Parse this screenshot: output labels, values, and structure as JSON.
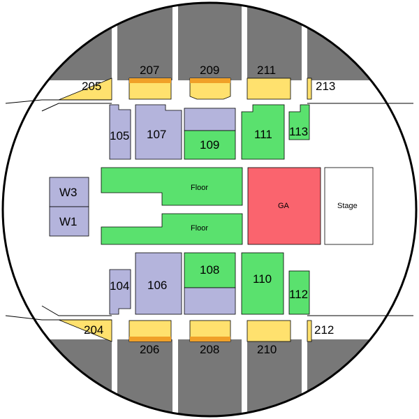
{
  "colors": {
    "upper_deck": "#787878",
    "premium_seating": "#ffe16e",
    "premium_front_row": "#f0a028",
    "lower_bowl": "#b4b4dc",
    "available": "#5ae16e",
    "general_admission": "#fa646e",
    "stage": "#ffffff",
    "outline": "#000000"
  },
  "sections": {
    "s205": "205",
    "s207": "207",
    "s209": "209",
    "s211": "211",
    "s213": "213",
    "s204": "204",
    "s206": "206",
    "s208": "208",
    "s210": "210",
    "s212": "212",
    "s105": "105",
    "s107": "107",
    "s109": "109",
    "s111": "111",
    "s113": "113",
    "s104": "104",
    "s106": "106",
    "s108": "108",
    "s110": "110",
    "s112": "112",
    "w3": "W3",
    "w1": "W1",
    "floor_top": "Floor",
    "floor_bottom": "Floor",
    "ga": "GA",
    "stage": "Stage"
  }
}
